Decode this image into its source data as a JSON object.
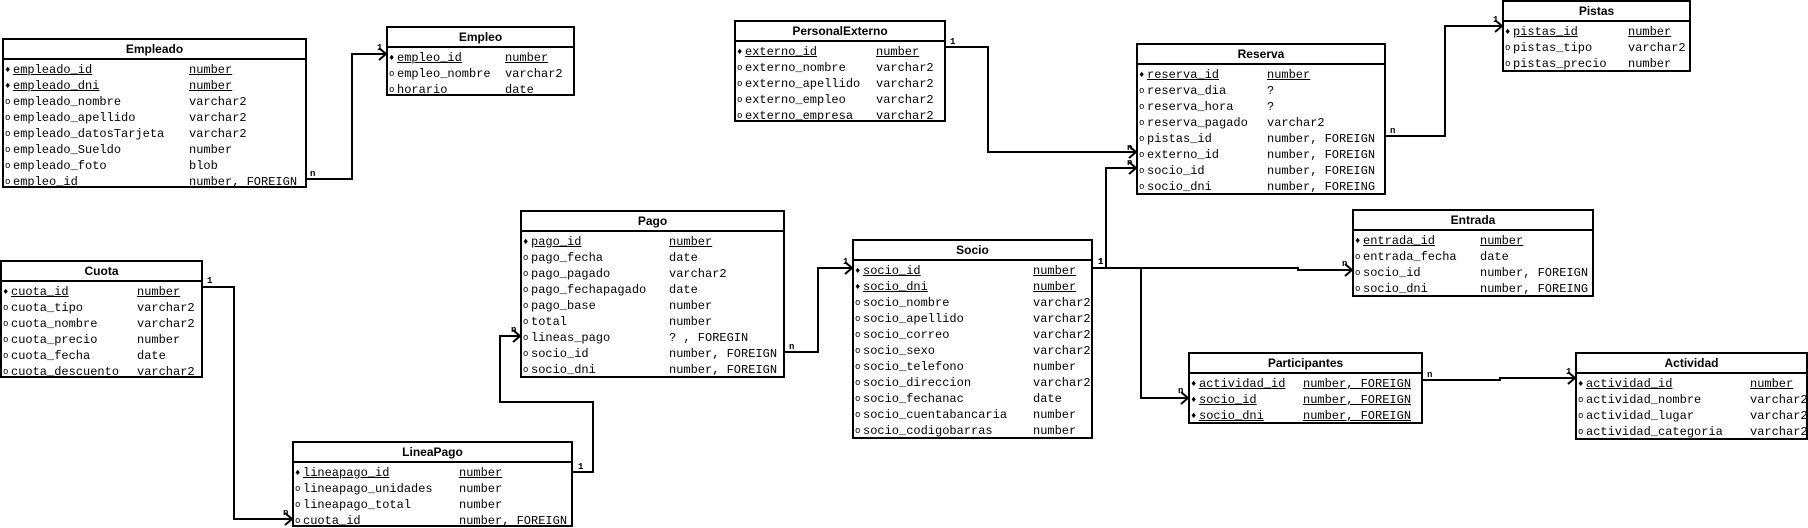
{
  "entities": {
    "empleado": {
      "title": "Empleado",
      "fields": [
        {
          "mark": "♦",
          "name": "empleado_id",
          "type": "number",
          "pk": true
        },
        {
          "mark": "♦",
          "name": "empleado_dni",
          "type": "number",
          "pk": true
        },
        {
          "mark": "o",
          "name": "empleado_nombre",
          "type": "varchar2",
          "pk": false
        },
        {
          "mark": "o",
          "name": "empleado_apellido",
          "type": "varchar2",
          "pk": false
        },
        {
          "mark": "o",
          "name": "empleado_datosTarjeta",
          "type": "varchar2",
          "pk": false
        },
        {
          "mark": "o",
          "name": "empleado_Sueldo",
          "type": "number",
          "pk": false
        },
        {
          "mark": "o",
          "name": "empleado_foto",
          "type": "blob",
          "pk": false
        },
        {
          "mark": "o",
          "name": "empleo_id",
          "type": "number, FOREIGN",
          "pk": false
        }
      ]
    },
    "empleo": {
      "title": "Empleo",
      "fields": [
        {
          "mark": "♦",
          "name": "empleo_id",
          "type": "number",
          "pk": true
        },
        {
          "mark": "o",
          "name": "empleo_nombre",
          "type": "varchar2",
          "pk": false
        },
        {
          "mark": "o",
          "name": "horario",
          "type": "date",
          "pk": false
        }
      ]
    },
    "personalExterno": {
      "title": "PersonalExterno",
      "fields": [
        {
          "mark": "♦",
          "name": "externo_id",
          "type": "number",
          "pk": true
        },
        {
          "mark": "o",
          "name": "externo_nombre",
          "type": "varchar2",
          "pk": false
        },
        {
          "mark": "o",
          "name": "externo_apellido",
          "type": "varchar2",
          "pk": false
        },
        {
          "mark": "o",
          "name": "externo_empleo",
          "type": "varchar2",
          "pk": false
        },
        {
          "mark": "o",
          "name": "externo_empresa",
          "type": "varchar2",
          "pk": false
        }
      ]
    },
    "reserva": {
      "title": "Reserva",
      "fields": [
        {
          "mark": "♦",
          "name": "reserva_id",
          "type": "number",
          "pk": true
        },
        {
          "mark": "o",
          "name": "reserva_dia",
          "type": "?",
          "pk": false
        },
        {
          "mark": "o",
          "name": "reserva_hora",
          "type": "?",
          "pk": false
        },
        {
          "mark": "o",
          "name": "reserva_pagado",
          "type": "varchar2",
          "pk": false
        },
        {
          "mark": "o",
          "name": "pistas_id",
          "type": "number, FOREIGN",
          "pk": false
        },
        {
          "mark": "o",
          "name": "externo_id",
          "type": "number, FOREIGN",
          "pk": false
        },
        {
          "mark": "o",
          "name": "socio_id",
          "type": "number, FOREIGN",
          "pk": false
        },
        {
          "mark": "o",
          "name": "socio_dni",
          "type": "number, FOREING",
          "pk": false
        }
      ]
    },
    "pistas": {
      "title": "Pistas",
      "fields": [
        {
          "mark": "♦",
          "name": "pistas_id",
          "type": "number",
          "pk": true
        },
        {
          "mark": "o",
          "name": "pistas_tipo",
          "type": "varchar2",
          "pk": false
        },
        {
          "mark": "o",
          "name": "pistas_precio",
          "type": "number",
          "pk": false
        }
      ]
    },
    "cuota": {
      "title": "Cuota",
      "fields": [
        {
          "mark": "♦",
          "name": "cuota_id",
          "type": "number",
          "pk": true
        },
        {
          "mark": "o",
          "name": "cuota_tipo",
          "type": "varchar2",
          "pk": false
        },
        {
          "mark": "o",
          "name": "cuota_nombre",
          "type": "varchar2",
          "pk": false
        },
        {
          "mark": "o",
          "name": "cuota_precio",
          "type": "number",
          "pk": false
        },
        {
          "mark": "o",
          "name": "cuota_fecha",
          "type": "date",
          "pk": false
        },
        {
          "mark": "o",
          "name": "cuota_descuento",
          "type": "varchar2",
          "pk": false
        }
      ]
    },
    "pago": {
      "title": "Pago",
      "fields": [
        {
          "mark": "♦",
          "name": "pago_id",
          "type": "number",
          "pk": true
        },
        {
          "mark": "o",
          "name": "pago_fecha",
          "type": "date",
          "pk": false
        },
        {
          "mark": "o",
          "name": "pago_pagado",
          "type": "varchar2",
          "pk": false
        },
        {
          "mark": "o",
          "name": "pago_fechapagado",
          "type": "date",
          "pk": false
        },
        {
          "mark": "o",
          "name": "pago_base",
          "type": "number",
          "pk": false
        },
        {
          "mark": "o",
          "name": "total",
          "type": "number",
          "pk": false
        },
        {
          "mark": "o",
          "name": "lineas_pago",
          "type": "? , FOREGIN",
          "pk": false
        },
        {
          "mark": "o",
          "name": "socio_id",
          "type": "number, FOREIGN",
          "pk": false
        },
        {
          "mark": "o",
          "name": "socio_dni",
          "type": "number, FOREIGN",
          "pk": false
        }
      ]
    },
    "socio": {
      "title": "Socio",
      "fields": [
        {
          "mark": "♦",
          "name": "socio_id",
          "type": "number",
          "pk": true
        },
        {
          "mark": "♦",
          "name": "socio_dni",
          "type": "number",
          "pk": true
        },
        {
          "mark": "o",
          "name": "socio_nombre",
          "type": "varchar2",
          "pk": false
        },
        {
          "mark": "o",
          "name": "socio_apellido",
          "type": "varchar2",
          "pk": false
        },
        {
          "mark": "o",
          "name": "socio_correo",
          "type": "varchar2",
          "pk": false
        },
        {
          "mark": "o",
          "name": "socio_sexo",
          "type": "varchar2",
          "pk": false
        },
        {
          "mark": "o",
          "name": "socio_telefono",
          "type": "number",
          "pk": false
        },
        {
          "mark": "o",
          "name": "socio_direccion",
          "type": "varchar2",
          "pk": false
        },
        {
          "mark": "o",
          "name": "socio_fechanac",
          "type": "date",
          "pk": false
        },
        {
          "mark": "o",
          "name": "socio_cuentabancaria",
          "type": "number",
          "pk": false
        },
        {
          "mark": "o",
          "name": "socio_codigobarras",
          "type": "number",
          "pk": false
        }
      ]
    },
    "entrada": {
      "title": "Entrada",
      "fields": [
        {
          "mark": "♦",
          "name": "entrada_id",
          "type": "number",
          "pk": true
        },
        {
          "mark": "o",
          "name": "entrada_fecha",
          "type": "date",
          "pk": false
        },
        {
          "mark": "o",
          "name": "socio_id",
          "type": "number, FOREIGN",
          "pk": false
        },
        {
          "mark": "o",
          "name": "socio_dni",
          "type": "number, FOREING",
          "pk": false
        }
      ]
    },
    "lineaPago": {
      "title": "LineaPago",
      "fields": [
        {
          "mark": "♦",
          "name": "lineapago_id",
          "type": "number",
          "pk": true
        },
        {
          "mark": "o",
          "name": "lineapago_unidades",
          "type": "number",
          "pk": false
        },
        {
          "mark": "o",
          "name": "lineapago_total",
          "type": "number",
          "pk": false
        },
        {
          "mark": "o",
          "name": "cuota_id",
          "type": "number, FOREIGN",
          "pk": false
        }
      ]
    },
    "participantes": {
      "title": "Participantes",
      "fields": [
        {
          "mark": "♦",
          "name": "actividad_id",
          "type": "number, FOREIGN",
          "pk": true
        },
        {
          "mark": "♦",
          "name": "socio_id",
          "type": "number, FOREIGN",
          "pk": true
        },
        {
          "mark": "♦",
          "name": "socio_dni",
          "type": "number, FOREIGN",
          "pk": true
        }
      ]
    },
    "actividad": {
      "title": "Actividad",
      "fields": [
        {
          "mark": "♦",
          "name": "actividad_id",
          "type": "number",
          "pk": true
        },
        {
          "mark": "o",
          "name": "actividad_nombre",
          "type": "varchar2",
          "pk": false
        },
        {
          "mark": "o",
          "name": "actividad_lugar",
          "type": "varchar2",
          "pk": false
        },
        {
          "mark": "o",
          "name": "actividad_categoria",
          "type": "varchar2",
          "pk": false
        }
      ]
    }
  },
  "relationships": [
    {
      "id": "empleado-empleo",
      "label_a": "n",
      "label_b": "1"
    },
    {
      "id": "reserva-externo",
      "label_a": "n",
      "label_b": "1"
    },
    {
      "id": "reserva-pistas",
      "label_a": "n",
      "label_b": "1"
    },
    {
      "id": "reserva-socio",
      "label_a": "n",
      "label_b": "1"
    },
    {
      "id": "socio-entrada",
      "label_a": "1",
      "label_b": "n"
    },
    {
      "id": "socio-participantes",
      "label_a": "1",
      "label_b": "n"
    },
    {
      "id": "participantes-actividad",
      "label_a": "n",
      "label_b": "1"
    },
    {
      "id": "pago-socio",
      "label_a": "n",
      "label_b": "1"
    },
    {
      "id": "lineapago-pago",
      "label_a": "1",
      "label_b": "n"
    },
    {
      "id": "cuota-lineapago",
      "label_a": "1",
      "label_b": "n"
    }
  ]
}
